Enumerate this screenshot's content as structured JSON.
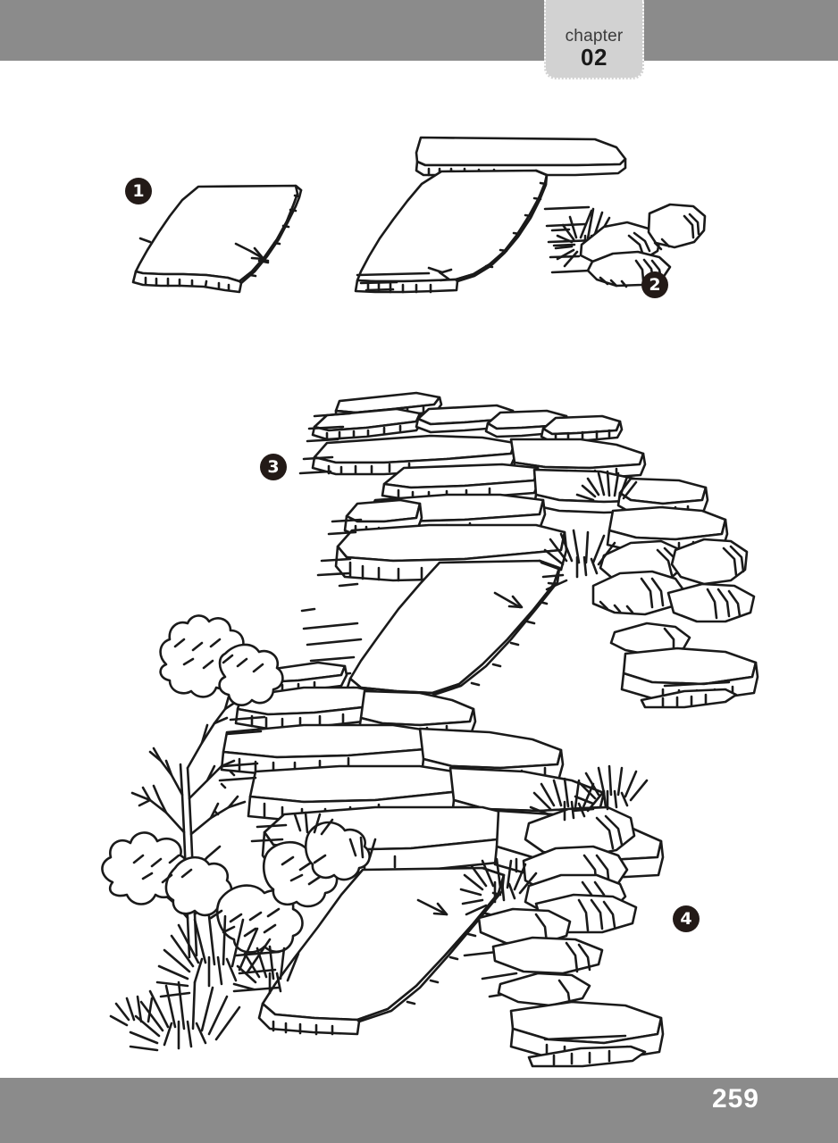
{
  "page": {
    "number": "259",
    "header_color": "#8b8b8b",
    "footer_color": "#8b8b8b",
    "background_color": "#ffffff"
  },
  "chapter_tab": {
    "word": "chapter",
    "number": "02",
    "background_color": "#d2d2d2",
    "border_style": "dotted-white"
  },
  "steps": [
    {
      "id": "step-1",
      "badge": "1",
      "caption": ""
    },
    {
      "id": "step-2",
      "badge": "2",
      "caption": ""
    },
    {
      "id": "step-3",
      "badge": "3",
      "caption": ""
    },
    {
      "id": "step-4",
      "badge": "4",
      "caption": ""
    }
  ],
  "illustration": {
    "subject": "stone-slab-garden-path",
    "style": "black-ink-line-drawing",
    "stroke_color": "#1a1a1a",
    "fill_color": "#ffffff",
    "panels": [
      {
        "name": "panel-1-single-slab",
        "description": "A single rectangular flat stone slab drawn in isometric perspective with a thick chipped edge."
      },
      {
        "name": "panel-2-two-slabs-with-rocks",
        "description": "Two overlapping flat slabs forming the start of a path, with boulders and a grass tuft at the right edge."
      },
      {
        "name": "panel-3-full-path",
        "description": "A complete stone slab path receding into the distance, bordered on the right by boulders, grass clumps and a rock ledge."
      },
      {
        "name": "panel-4-planted-scene",
        "description": "The finished path with a bare tree, rounded shrubs and ornamental grasses on the left and boulders with grasses on the right."
      }
    ]
  }
}
